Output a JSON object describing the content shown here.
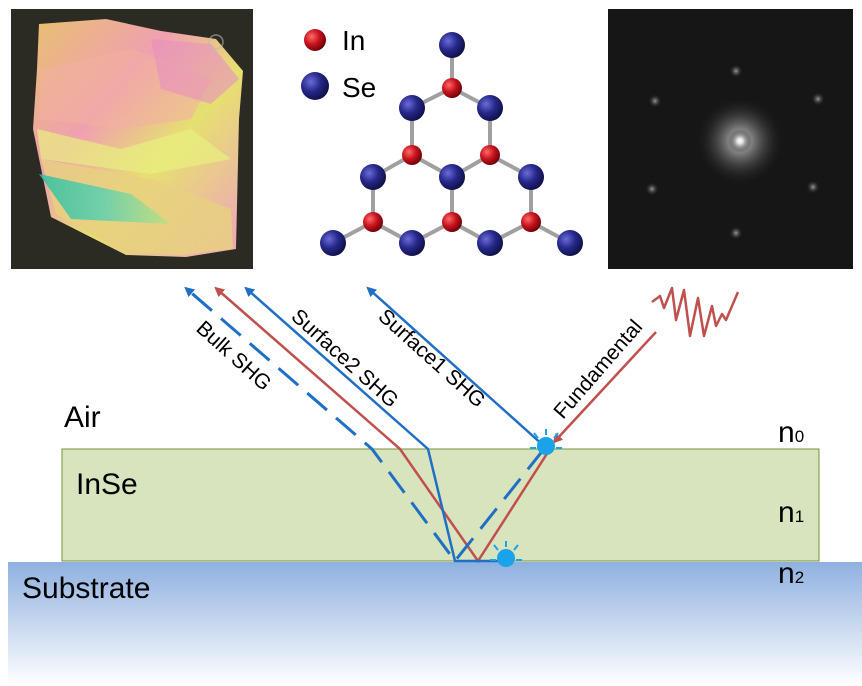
{
  "legend": {
    "in_label": "In",
    "se_label": "Se",
    "in_color": "#c8141e",
    "se_color": "#26288a"
  },
  "beams": {
    "fundamental": "Fundamental",
    "surface1": "Surface1 SHG",
    "surface2": "Surface2 SHG",
    "bulk": "Bulk SHG",
    "red_color": "#c0504d",
    "blue_color": "#1f6fc5"
  },
  "layers": {
    "air": "Air",
    "inse": "InSe",
    "substrate": "Substrate",
    "inse_color": "#d7e4bd",
    "substrate_color": "#a3bde3"
  },
  "indices": {
    "n0": {
      "base": "n",
      "sub": "0"
    },
    "n1": {
      "base": "n",
      "sub": "1"
    },
    "n2": {
      "base": "n",
      "sub": "2"
    }
  },
  "images": {
    "optical": "optical-micrograph",
    "diffraction": "diffraction-pattern"
  }
}
